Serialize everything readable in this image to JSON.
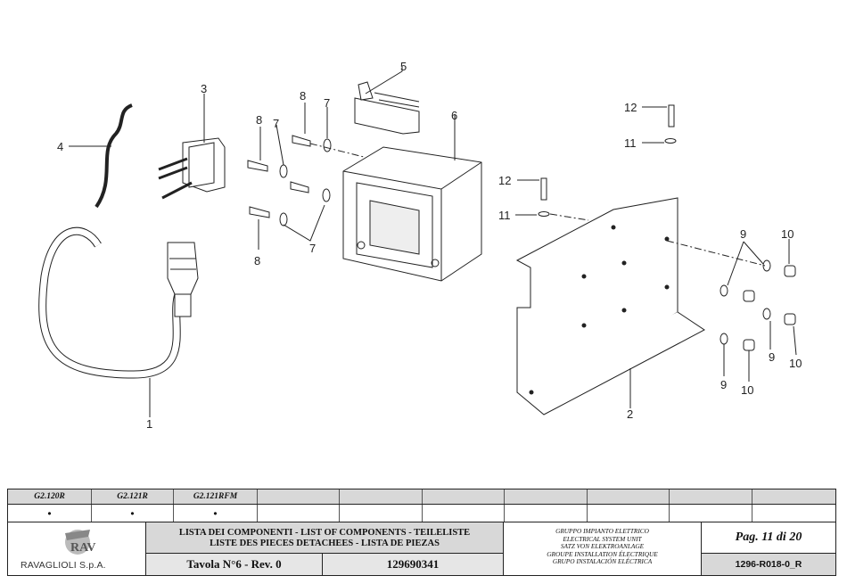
{
  "callouts": [
    {
      "id": "c1",
      "label": "1"
    },
    {
      "id": "c2",
      "label": "2"
    },
    {
      "id": "c3",
      "label": "3"
    },
    {
      "id": "c4",
      "label": "4"
    },
    {
      "id": "c5",
      "label": "5"
    },
    {
      "id": "c6",
      "label": "6"
    },
    {
      "id": "c7a",
      "label": "7"
    },
    {
      "id": "c7b",
      "label": "7"
    },
    {
      "id": "c7c",
      "label": "7"
    },
    {
      "id": "c8a",
      "label": "8"
    },
    {
      "id": "c8b",
      "label": "8"
    },
    {
      "id": "c8c",
      "label": "8"
    },
    {
      "id": "c9a",
      "label": "9"
    },
    {
      "id": "c9b",
      "label": "9"
    },
    {
      "id": "c9c",
      "label": "9"
    },
    {
      "id": "c10a",
      "label": "10"
    },
    {
      "id": "c10b",
      "label": "10"
    },
    {
      "id": "c10c",
      "label": "10"
    },
    {
      "id": "c11a",
      "label": "11"
    },
    {
      "id": "c11b",
      "label": "11"
    },
    {
      "id": "c12a",
      "label": "12"
    },
    {
      "id": "c12b",
      "label": "12"
    }
  ],
  "models": [
    "G2.120R",
    "G2.121R",
    "G2.121RFM"
  ],
  "model_marks": [
    "•",
    "•",
    "•"
  ],
  "company": "RAVAGLIOLI S.p.A.",
  "list_title_1": "LISTA DEI COMPONENTI - LIST OF COMPONENTS - TEILELISTE",
  "list_title_2": "LISTE DES PIECES DETACHEES - LISTA DE PIEZAS",
  "tavola": "Tavola N°6 - Rev. 0",
  "code": "129690341",
  "group_lines": [
    "GRUPPO IMPIANTO ELETTRICO",
    "ELECTRICAL SYSTEM UNIT",
    "SATZ VON ELEKTROANLAGE",
    "GROUPE INSTALLATION ÉLECTRIQUE",
    "GRUPO INSTALACIÓN ELÉCTRICA"
  ],
  "page": "Pag. 11 di 20",
  "doc_number": "1296-R018-0_R"
}
